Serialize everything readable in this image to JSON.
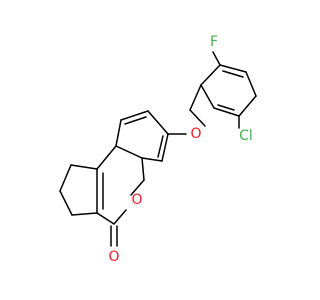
{
  "molecule": {
    "atoms": {
      "F": {
        "symbol": "F",
        "color": "#3cb44b"
      },
      "Cl": {
        "symbol": "Cl",
        "color": "#3cb44b"
      },
      "O_ether": {
        "symbol": "O",
        "color": "#e8202a"
      },
      "O_ring": {
        "symbol": "O",
        "color": "#e8202a"
      },
      "O_carbonyl": {
        "symbol": "O",
        "color": "#e8202a"
      }
    }
  }
}
